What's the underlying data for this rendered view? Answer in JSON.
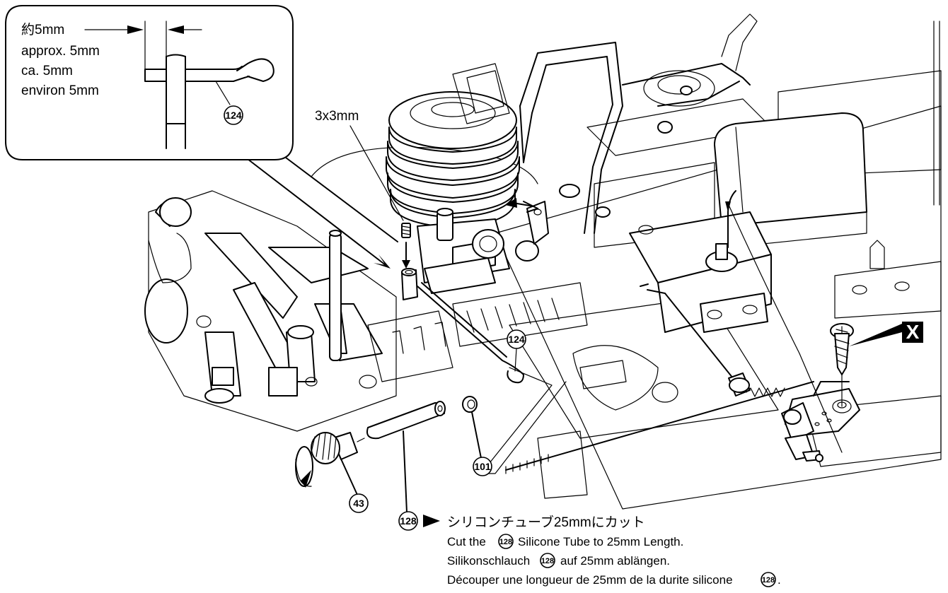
{
  "inset": {
    "lines": [
      "約5mm",
      "approx. 5mm",
      "ca. 5mm",
      "environ 5mm"
    ],
    "part_number": "124"
  },
  "labels": {
    "set_screw_size": "3x3mm",
    "screw_marker": "X",
    "part_124": "124",
    "part_101": "101",
    "part_43": "43",
    "part_128": "128"
  },
  "instruction": {
    "part_number": "128",
    "japanese": "シリコンチューブ25mmにカット",
    "english_before": "Cut the",
    "english_after": "Silicone Tube to 25mm Length.",
    "german_before": "Silikonschlauch",
    "german_after": "auf 25mm ablängen.",
    "french_before": "Découper une longueur de 25mm de la durite silicone",
    "french_after": "."
  }
}
